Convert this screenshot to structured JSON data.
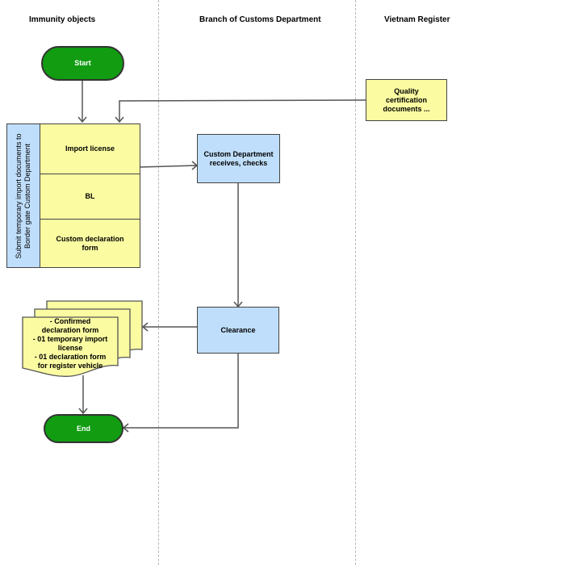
{
  "lanes": {
    "immunity": "Immunity objects",
    "customs": "Branch of Customs Department",
    "register": "Vietnam Register"
  },
  "nodes": {
    "start": "Start",
    "end": "End",
    "quality_docs": "Quality certification documents ...",
    "vertical_label": "Submit temporary import documents to Border gate Custom Department",
    "import_license": "Import license",
    "bl": "BL",
    "custom_declaration": "Custom declaration form",
    "customs_receives": "Custom Department receives, checks",
    "clearance": "Clearance",
    "doc_line1": "- Confirmed",
    "doc_line2": "declaration form",
    "doc_line3": "- 01 temporary import",
    "doc_line4": "license",
    "doc_line5": "- 01 declaration form",
    "doc_line6": "for register vehicle"
  },
  "colors": {
    "terminal": "#119c11",
    "document": "#fbfba2",
    "process": "#bfdefb",
    "connector": "#555555"
  }
}
